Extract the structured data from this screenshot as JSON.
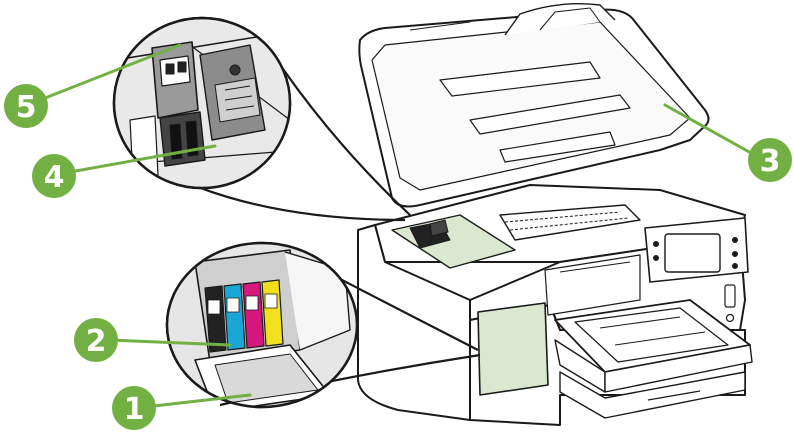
{
  "diagram": {
    "colors": {
      "callout": "#72b043",
      "badge_text": "#ffffff",
      "outline": "#1a1a1a",
      "panel_highlight": "#d9e8cf",
      "cyan": "#1aa7d6",
      "magenta": "#d6187e",
      "yellow": "#f2e01a",
      "black": "#222222"
    },
    "callouts": [
      {
        "number": "1",
        "part": "ink-cartridge-access-door"
      },
      {
        "number": "2",
        "part": "ink-cartridges"
      },
      {
        "number": "3",
        "part": "top-cover"
      },
      {
        "number": "4",
        "part": "printhead"
      },
      {
        "number": "5",
        "part": "printhead-latch"
      }
    ],
    "cartridge_colors": [
      "black",
      "cyan",
      "magenta",
      "yellow"
    ]
  }
}
